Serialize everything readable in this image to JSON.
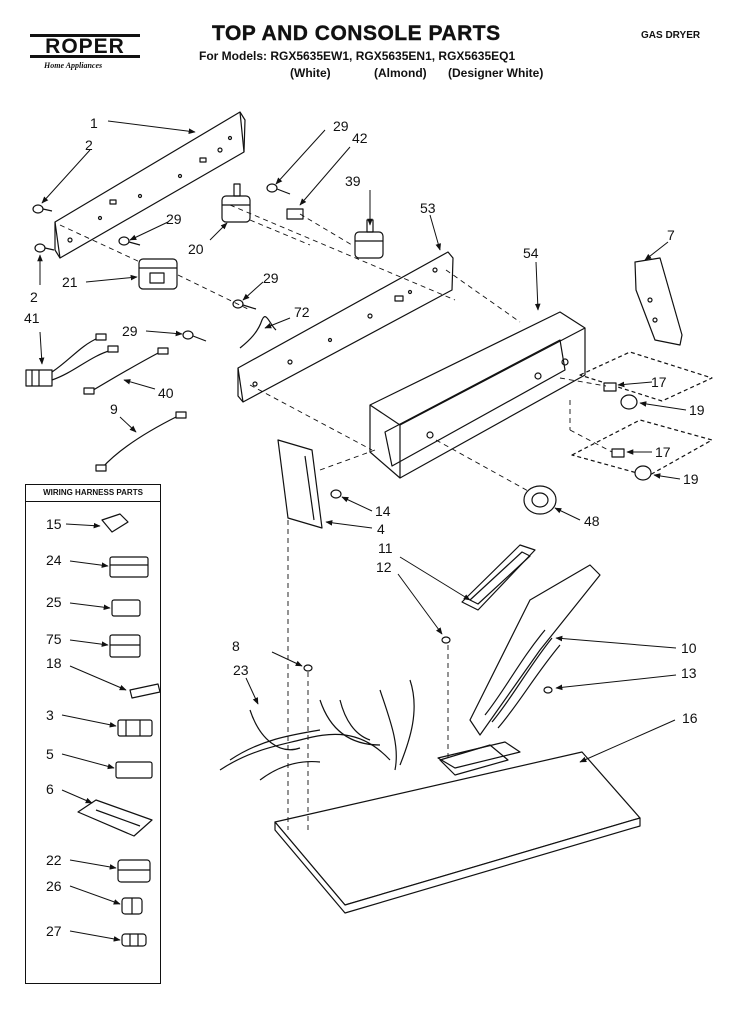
{
  "header": {
    "brand": "ROPER",
    "brand_tagline": "Home Appliances",
    "title": "TOP AND CONSOLE PARTS",
    "models": "For Models: RGX5635EW1, RGX5635EN1, RGX5635EQ1",
    "colors": [
      "(White)",
      "(Almond)",
      "(Designer White)"
    ],
    "doc_type": "GAS DRYER"
  },
  "harness_panel": {
    "title": "WIRING HARNESS PARTS"
  },
  "callouts": {
    "c1": "1",
    "c2a": "2",
    "c2b": "2",
    "c29a": "29",
    "c42": "42",
    "c39": "39",
    "c53": "53",
    "c29b": "29",
    "c20": "20",
    "c21": "21",
    "c29c": "29",
    "c72": "72",
    "c29d": "29",
    "c41": "41",
    "c40": "40",
    "c9": "9",
    "c54": "54",
    "c7": "7",
    "c17a": "17",
    "c19a": "19",
    "c17b": "17",
    "c19b": "19",
    "c48": "48",
    "c14": "14",
    "c4": "4",
    "c11": "11",
    "c12": "12",
    "c10": "10",
    "c13": "13",
    "c8": "8",
    "c23": "23",
    "c16": "16",
    "c15": "15",
    "c24": "24",
    "c25": "25",
    "c75": "75",
    "c18": "18",
    "c3": "3",
    "c5": "5",
    "c6": "6",
    "c22": "22",
    "c26": "26",
    "c27": "27"
  }
}
